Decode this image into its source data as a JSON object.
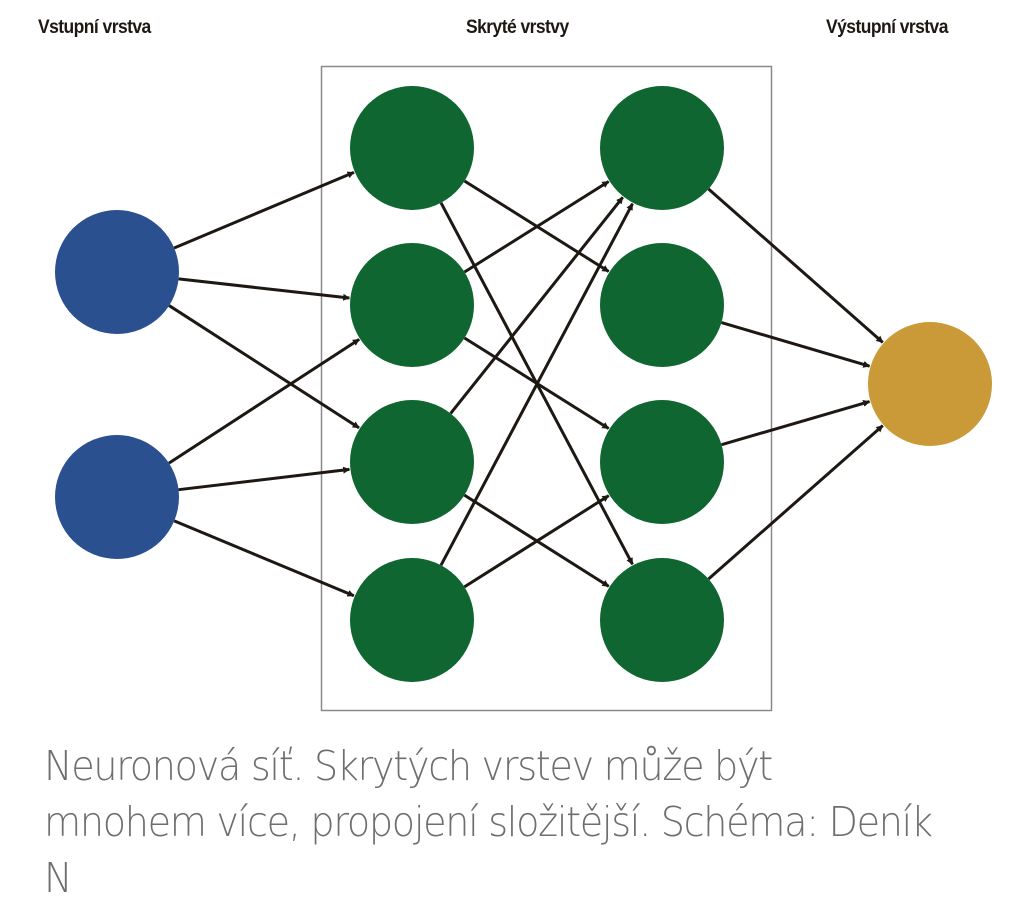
{
  "layers": {
    "input": {
      "title": "Vstupní vrstva",
      "node_count": 2
    },
    "hidden": {
      "title": "Skryté vrstvy",
      "layer_count": 2,
      "nodes_per_layer": 4
    },
    "output": {
      "title": "Výstupní vrstva",
      "node_count": 1
    }
  },
  "nodes": {
    "input": [
      "in1",
      "in2"
    ],
    "hidden1": [
      "h1n1",
      "h1n2",
      "h1n3",
      "h1n4"
    ],
    "hidden2": [
      "h2n1",
      "h2n2",
      "h2n3",
      "h2n4"
    ],
    "output": [
      "out1"
    ]
  },
  "edges": [
    [
      "in1",
      "h1n1"
    ],
    [
      "in1",
      "h1n2"
    ],
    [
      "in1",
      "h1n3"
    ],
    [
      "in2",
      "h1n2"
    ],
    [
      "in2",
      "h1n3"
    ],
    [
      "in2",
      "h1n4"
    ],
    [
      "h1n1",
      "h2n2"
    ],
    [
      "h1n1",
      "h2n4"
    ],
    [
      "h1n2",
      "h2n1"
    ],
    [
      "h1n2",
      "h2n3"
    ],
    [
      "h1n3",
      "h2n1"
    ],
    [
      "h1n3",
      "h2n4"
    ],
    [
      "h1n4",
      "h2n1"
    ],
    [
      "h1n4",
      "h2n3"
    ],
    [
      "h2n1",
      "out1"
    ],
    [
      "h2n2",
      "out1"
    ],
    [
      "h2n3",
      "out1"
    ],
    [
      "h2n4",
      "out1"
    ]
  ],
  "colors": {
    "input": "#2a5090",
    "hidden": "#0f6630",
    "output": "#c99a37",
    "edge": "#1d1812",
    "box": "#8a8a8a"
  },
  "caption": "Neuronová síť. Skrytých vrstev může být mnohem více, propojení složitější. Schéma: Deník N"
}
